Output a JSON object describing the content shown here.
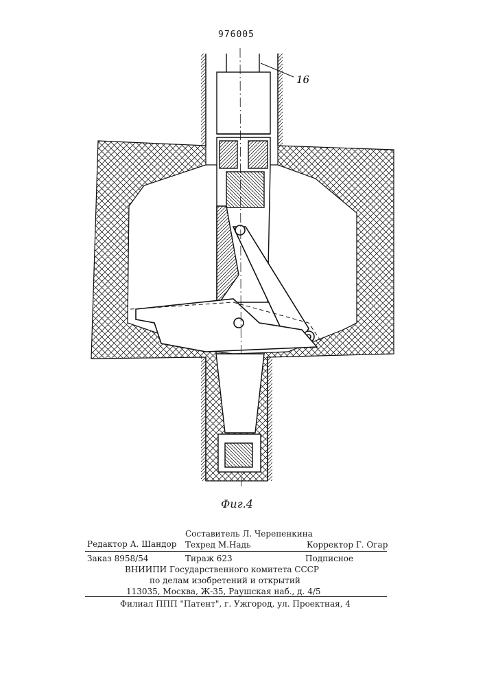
{
  "header": {
    "patent_number": "976005"
  },
  "drawing": {
    "ref_label": "16",
    "figure_caption": "Фиг.4"
  },
  "footer": {
    "editor": "Редактор А. Шандор",
    "compiler": "Составитель Л. Черепенкина",
    "techred": "Техред М.Надь",
    "corrector": "Корректор Г. Огар",
    "order": "Заказ 8958/54",
    "circulation": "Тираж 623",
    "subscription": "Подписное",
    "org_line1": "ВНИИПИ Государственного комитета СССР",
    "org_line2": "по делам изобретений и открытий",
    "address": "113035, Москва, Ж-35, Раушская наб., д. 4/5",
    "branch": "Филиал ППП \"Патент\", г. Ужгород, ул. Проектная, 4"
  }
}
